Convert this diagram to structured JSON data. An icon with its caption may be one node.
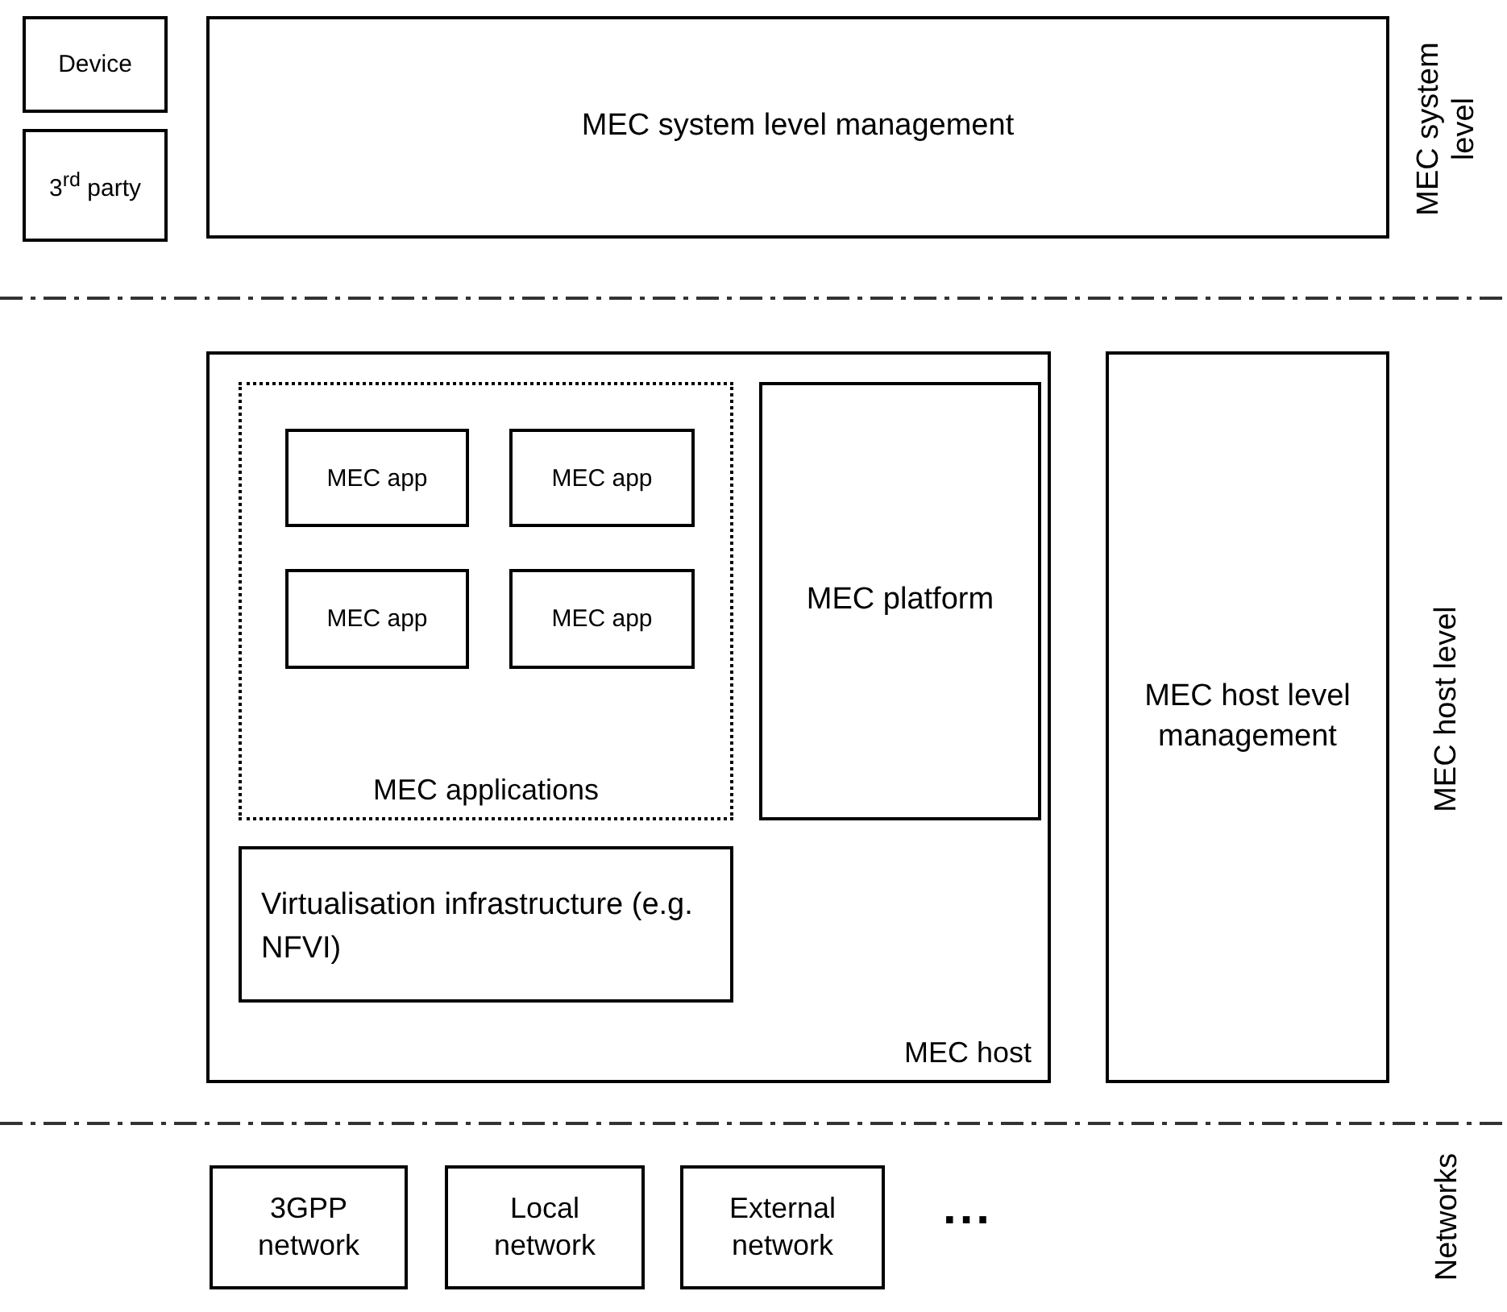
{
  "diagram": {
    "nodes": [
      {
        "text": [
          "Device"
        ]
      },
      {
        "text": [
          "3$^{rd}$ party"
        ]
      },
      {
        "text": [
          "MEC system level management"
        ]
      },
      {
        "text": [
          "MEC host"
        ]
      },
      {
        "text": [
          "MEC applications"
        ],
        "in": 3
      },
      {
        "text": [
          "MEC app"
        ],
        "in": 4
      },
      {
        "text": [
          "MEC app"
        ],
        "in": 4
      },
      {
        "text": [
          "MEC app"
        ],
        "in": 4
      },
      {
        "text": [
          "MEC app"
        ],
        "in": 4
      },
      {
        "text": [
          "MEC platform"
        ],
        "in": 3
      },
      {
        "text": [
          "Virtualisation infrastructure (e.g. NFVI)"
        ],
        "in": 3
      },
      {
        "text": [
          "MEC host level management"
        ]
      },
      {
        "text": [
          "3GPP network"
        ]
      },
      {
        "text": [
          "Local network"
        ]
      },
      {
        "text": [
          "External network"
        ]
      }
    ],
    "edges": [],
    "labels": [
      "MEC system level",
      "MEC host level",
      "Networks",
      "..."
    ]
  }
}
